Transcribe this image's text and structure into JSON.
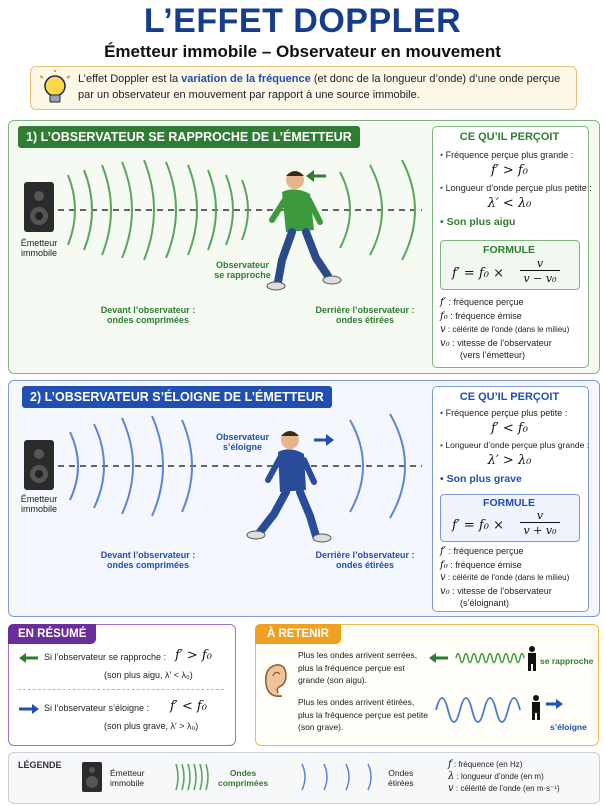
{
  "title": "L’EFFET DOPPLER",
  "subtitle": "Émetteur immobile – Observateur en mouvement",
  "intro": {
    "before": "L’effet Doppler est la ",
    "highlight": "variation de la fréquence",
    "after": " (et donc de la longueur d’onde) d’une onde perçue par un observateur en mouvement par rapport à une source immobile."
  },
  "case1": {
    "heading": "1) L’OBSERVATEUR SE RAPPROCHE DE L’ÉMETTEUR",
    "emitter_label_1": "Émetteur",
    "emitter_label_2": "immobile",
    "observer_label_1": "Observateur",
    "observer_label_2": "se rapproche",
    "front_label_1": "Devant l’observateur :",
    "front_label_2": "ondes comprimées",
    "back_label_1": "Derrière l’observateur :",
    "back_label_2": "ondes étirées",
    "side_title": "CE QU’IL PERÇOIT",
    "perceived_freq": "Fréquence perçue plus grande :",
    "freq_rel": "f′ > f₀",
    "perceived_wl": "Longueur d’onde perçue plus petite :",
    "wl_rel": "λ′ < λ₀",
    "sound": "Son plus aigu",
    "formula_title": "FORMULE",
    "formula_lhs": "f′ = f₀ ×",
    "formula_num": "v",
    "formula_den": "v − v₀",
    "defs": [
      {
        "sym": "f′",
        "text": "fréquence perçue"
      },
      {
        "sym": "f₀",
        "text": "fréquence émise"
      },
      {
        "sym": "v",
        "text": "célérité de l’onde (dans le milieu)"
      },
      {
        "sym": "v₀",
        "text": "vitesse de l’observateur"
      }
    ],
    "defs_extra": "(vers l’émetteur)"
  },
  "case2": {
    "heading": "2) L’OBSERVATEUR S’ÉLOIGNE DE L’ÉMETTEUR",
    "emitter_label_1": "Émetteur",
    "emitter_label_2": "immobile",
    "observer_label_1": "Observateur",
    "observer_label_2": "s’éloigne",
    "front_label_1": "Devant l’observateur :",
    "front_label_2": "ondes comprimées",
    "back_label_1": "Derrière l’observateur :",
    "back_label_2": "ondes étirées",
    "side_title": "CE QU’IL PERÇOIT",
    "perceived_freq": "Fréquence perçue plus petite :",
    "freq_rel": "f′ < f₀",
    "perceived_wl": "Longueur d’onde perçue plus grande :",
    "wl_rel": "λ′ > λ₀",
    "sound": "Son plus grave",
    "formula_title": "FORMULE",
    "formula_lhs": "f′ = f₀ ×",
    "formula_num": "v",
    "formula_den": "v + v₀",
    "defs": [
      {
        "sym": "f′",
        "text": "fréquence perçue"
      },
      {
        "sym": "f₀",
        "text": "fréquence émise"
      },
      {
        "sym": "v",
        "text": "célérité de l’onde (dans le milieu)"
      },
      {
        "sym": "v₀",
        "text": "vitesse de l’observateur"
      }
    ],
    "defs_extra": "(s’éloignant)"
  },
  "resume": {
    "heading": "EN RÉSUMÉ",
    "line1": "Si l’observateur se rapproche :",
    "line1_math": "f′ > f₀",
    "line1_sub": "(son plus aigu, λ′ < λ₀)",
    "line2": "Si l’observateur s’éloigne :",
    "line2_math": "f′ < f₀",
    "line2_sub": "(son plus grave, λ′ > λ₀)"
  },
  "retenir": {
    "heading": "À RETENIR",
    "p1": "Plus les ondes arrivent serrées, plus la fréquence perçue est grande (son aigu).",
    "p2": "Plus les ondes arrivent étirées, plus la fréquence perçue est petite (son grave).",
    "label_near": "se rapproche",
    "label_far": "s’éloigne"
  },
  "legende": {
    "heading": "LÉGENDE",
    "emitter_1": "Émetteur",
    "emitter_2": "immobile",
    "comp_1": "Ondes",
    "comp_2": "comprimées",
    "str_1": "Ondes",
    "str_2": "étirées",
    "defs": [
      {
        "sym": "f",
        "text": "fréquence (en Hz)"
      },
      {
        "sym": "λ",
        "text": "longueur d’onde (en m)"
      },
      {
        "sym": "v",
        "text": "célérité de l’onde (en m·s⁻¹)"
      }
    ]
  },
  "colors": {
    "green": "#2f7d32",
    "blue": "#1f4fb0",
    "purple": "#6a2e9a",
    "orange": "#f0a020"
  }
}
